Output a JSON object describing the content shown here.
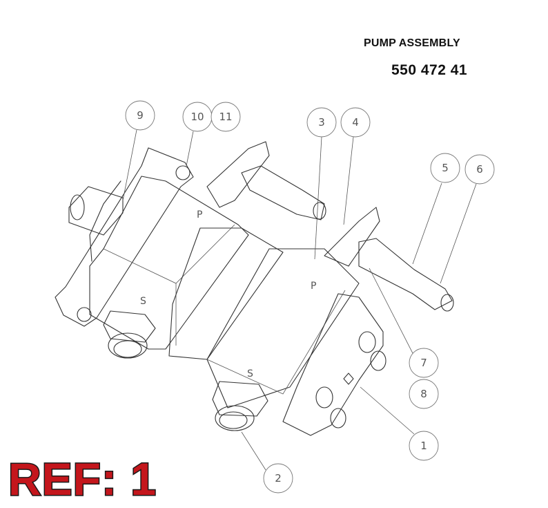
{
  "title": "PUMP ASSEMBLY",
  "part_number": "550 472 41",
  "ref_label": "REF: 1",
  "body_labels": [
    "P",
    "S",
    "P",
    "S"
  ],
  "callouts": [
    "1",
    "2",
    "3",
    "4",
    "5",
    "6",
    "7",
    "8",
    "9",
    "10",
    "11"
  ],
  "colors": {
    "ref_red": "#c4161c",
    "line": "#333333"
  }
}
